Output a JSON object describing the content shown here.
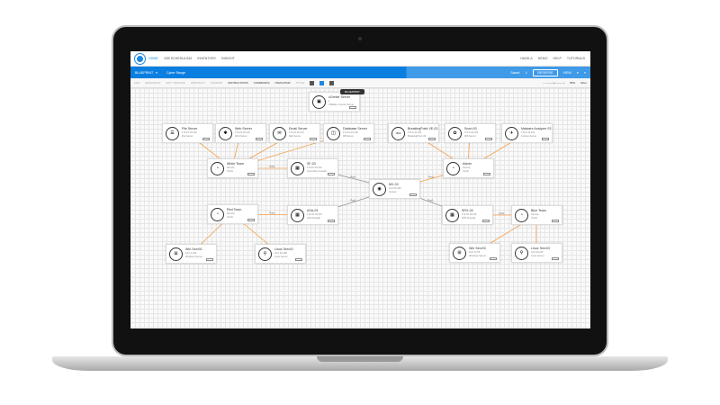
{
  "nav": {
    "items": [
      "HOME",
      "JOB SCHEDULING",
      "INVENTORY",
      "INSIGHT"
    ],
    "right": [
      "HANS.A",
      "DEMO",
      "HELP",
      "TUTORIALS"
    ]
  },
  "bar": {
    "mode": "BLUEPRINT",
    "project": "Cyber Range",
    "saved": "Saved",
    "reserve": "RESERVE",
    "view": "VIEW"
  },
  "toolbar": {
    "add": "ADD",
    "resource": "RESOURCE",
    "app": "APP / SERVICE",
    "abstract": "ABSTRACT",
    "window": "WINDOW",
    "instructions": "INSTRUCTIONS",
    "commands": "COMMANDS",
    "navigator": "NAVIGATOR",
    "style": "STYLE",
    "zoom": "85%",
    "more": "More"
  },
  "tooltip": "BLUEPRINT",
  "accent": "#1e88e5",
  "edge_color": "#f5a04a",
  "nodes": [
    {
      "title": "vCenter Server",
      "l1": "1",
      "l2": "VMWare vCenter Server"
    },
    {
      "title": "File Server",
      "l1": "172.24.19.126",
      "l2": "File Server"
    },
    {
      "title": "Web Server",
      "l1": "172.24.19.115",
      "l2": "Web Server"
    },
    {
      "title": "Email Server",
      "l1": "172.24.19.110",
      "l2": "Mail Server"
    },
    {
      "title": "Database Server",
      "l1": "172.24.19.135",
      "l2": "DB Server"
    },
    {
      "title": "BreakingPoint VE-03",
      "l1": "172.6.10.100",
      "l2": "BreakingPoint VE"
    },
    {
      "title": "Snort-03",
      "l1": "172.6.10.102",
      "l2": "IDS Server"
    },
    {
      "title": "Malware Analyzer 03",
      "l1": "172.6.10.103",
      "l2": "Cuckoo Server"
    },
    {
      "title": "White Team",
      "l1": "Service",
      "l2": "VLAN"
    },
    {
      "title": "SF-03",
      "l1": "172.16.19.100",
      "l2": "Sourcefire Firewall"
    },
    {
      "title": "Admin",
      "l1": "Service",
      "l2": "VLAN"
    },
    {
      "title": "MX-03",
      "l1": "10.0.20.240",
      "l2": "Juniper"
    },
    {
      "title": "Red Team",
      "l1": "Service",
      "l2": "VLAN"
    },
    {
      "title": "ASA-03",
      "l1": "172.20.16.100",
      "l2": "ASA Firewall"
    },
    {
      "title": "SRX-03",
      "l1": "172.30.19.100",
      "l2": "SRX Firewall"
    },
    {
      "title": "Blue Team",
      "l1": "Service",
      "l2": "VLAN"
    },
    {
      "title": "Win-Serv01",
      "l1": "10.0.72.96",
      "l2": "Windows Server"
    },
    {
      "title": "Linux Serv01",
      "l1": "10.0.30.208",
      "l2": "Linux Server"
    },
    {
      "title": "Win Serv03",
      "l1": "10.0.72.55",
      "l2": "Windows Server"
    },
    {
      "title": "Linux Serv03",
      "l1": "10.0.30.207",
      "l2": "Linux Server"
    }
  ],
  "edge_label": "Port1"
}
